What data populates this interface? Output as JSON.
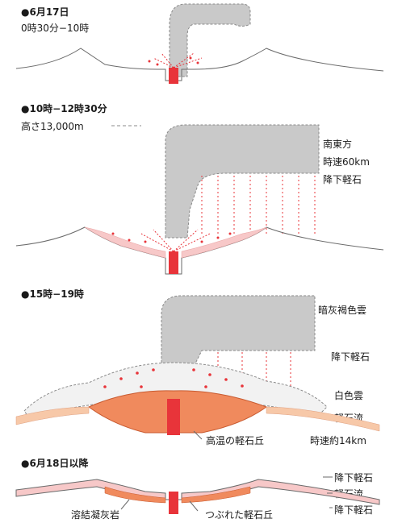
{
  "stages": [
    {
      "title": "●6月17日",
      "subtitle": "0時30分−10時"
    },
    {
      "title": "●10時−12時30分",
      "height_label": "高さ13,000m",
      "labels": [
        "南東方",
        "時速60km",
        "降下軽石"
      ]
    },
    {
      "title": "●15時−19時",
      "labels": [
        "暗灰褐色雲",
        "降下軽石",
        "白色雲",
        "軽石流",
        "時速約14km",
        "高温の軽石丘"
      ]
    },
    {
      "title": "●6月18日以降",
      "labels": [
        "降下軽石",
        "軽石流",
        "降下軽石",
        "溶結凝灰岩",
        "つぶれた軽石丘"
      ]
    }
  ],
  "colors": {
    "cloud": "#c9c9c9",
    "cloud_edge": "#8a8a8a",
    "red": "#e8343a",
    "pink": "#f7c8c8",
    "orange": "#f08a5d",
    "line": "#6a6a6a"
  }
}
